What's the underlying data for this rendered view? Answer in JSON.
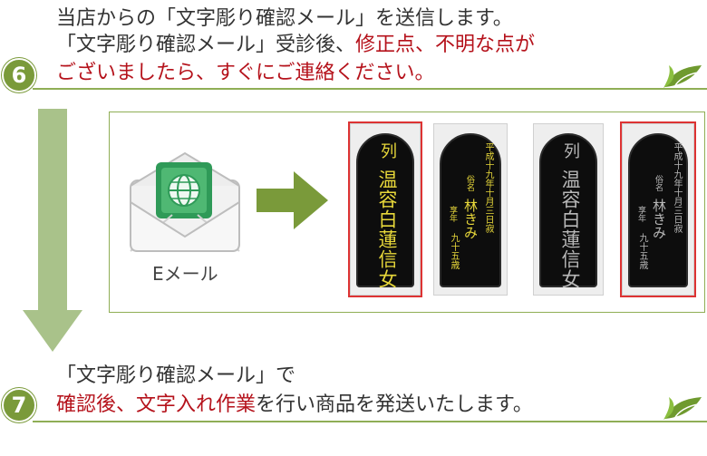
{
  "step6": {
    "number": "6",
    "line1": "当店からの「文字彫り確認メール」を送信します。",
    "line2_normal": "「文字彫り確認メール」受診後、",
    "line2_red": "修正点、不明な点が",
    "line3_red": "ございましたら、すぐにご連絡ください。"
  },
  "email": {
    "label": "Eメール",
    "icon": "envelope-globe-icon"
  },
  "plaques": [
    {
      "variant": "gold",
      "selected": true,
      "kanji_mark": "列",
      "main": "温容白蓮信女"
    },
    {
      "variant": "gold",
      "selected": false,
      "date": "平成十九年十月三日寂",
      "name_label": "俗名",
      "name": "林きみ",
      "age_label": "享年",
      "age": "九十五歳"
    },
    {
      "variant": "silver",
      "selected": false,
      "kanji_mark": "列",
      "main": "温容白蓮信女"
    },
    {
      "variant": "silver",
      "selected": true,
      "date": "平成十九年十月三日寂",
      "name_label": "俗名",
      "name": "林きみ",
      "age_label": "享年",
      "age": "九十五歳"
    }
  ],
  "step7": {
    "number": "7",
    "line1": "「文字彫り確認メール」で",
    "line2_red": "確認後、文字入れ作業",
    "line2_normal": "を行い商品を発送いたします。"
  },
  "colors": {
    "accent_green": "#7a9a3a",
    "arrow_green": "#a9c28a",
    "emphasis_red": "#b5121b",
    "gold_text": "#e8d83a"
  }
}
